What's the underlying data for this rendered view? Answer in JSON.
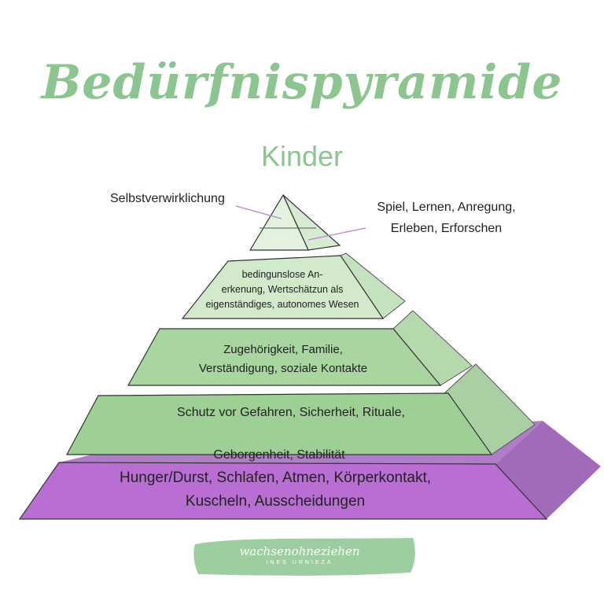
{
  "header": {
    "title": "Bedürfnispyramide",
    "subtitle": "Kinder"
  },
  "pyramid": {
    "levels": [
      {
        "id": "selbstverwirklichung",
        "label": "Selbstverwirklichung",
        "callout": "Spiel, Lernen, Anregung,\nErleben, Erforschen",
        "color": "#e3f1df"
      },
      {
        "id": "anerkennung",
        "label": "bedingunslose An-\nerkenung, Wertschätzun als\neigenständiges,  autonomes Wesen",
        "color": "#d2e9cc"
      },
      {
        "id": "zugehoerigkeit",
        "label": "Zugehörigkeit, Familie,\nVerständigung, soziale Kontakte",
        "color": "#a8d5a0"
      },
      {
        "id": "sicherheit",
        "label": "Schutz vor Gefahren, Sicherheit, Rituale,",
        "label_overflow": "Geborgenheit, Stabilität",
        "color": "#9ecf94"
      },
      {
        "id": "physiologisch",
        "label": "Hunger/Durst, Schlafen, Atmen, Körperkontakt,\nKuscheln, Ausscheidungen",
        "color": "#b96ed4"
      }
    ]
  },
  "branding": {
    "logo_text": "wachsenohneziehen",
    "logo_subtext": "INES URNIEZA",
    "accent_green": "#8cc58f",
    "accent_purple": "#b96ed4"
  }
}
